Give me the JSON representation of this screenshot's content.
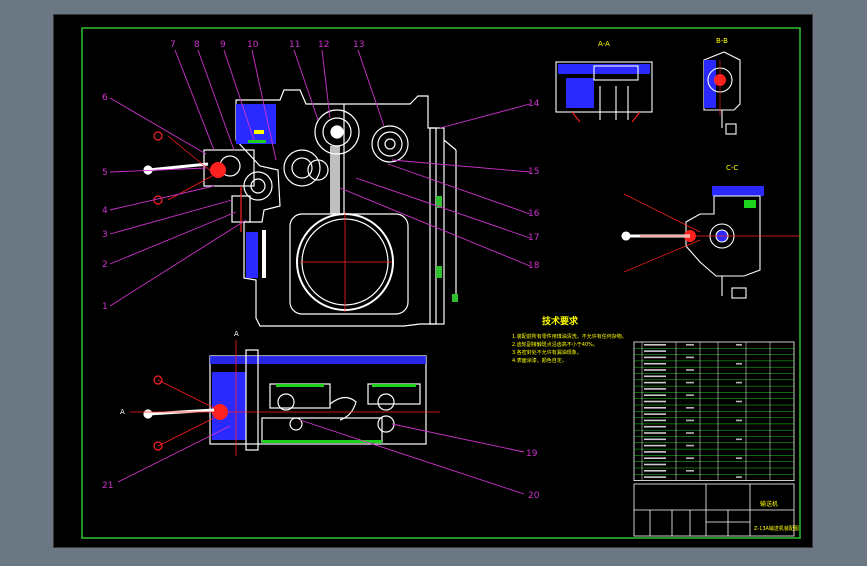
{
  "colors": {
    "backdrop": "#6b7883",
    "sheet": "#000000",
    "frame": "#2fbf2f",
    "outline": "#ffffff",
    "hatch": "#2a2aff",
    "leader": "#cc33cc",
    "red": "#ff2020",
    "yellow": "#ffff00",
    "cyan": "#00d0d0",
    "green": "#1fd11f"
  },
  "part_numbers": [
    "1",
    "2",
    "3",
    "4",
    "5",
    "6",
    "7",
    "8",
    "9",
    "10",
    "11",
    "12",
    "13",
    "14",
    "15",
    "16",
    "17",
    "18",
    "19",
    "20",
    "21"
  ],
  "views": {
    "view_a_label": "A-A",
    "view_b_label": "B-B",
    "view_c_label": "C-C",
    "section_mark": "A"
  },
  "notes": {
    "title": "技术要求",
    "lines": [
      "1.装配前所有零件用煤油清洗，不允许有任何杂物。",
      "2.齿轮副接触斑点沿齿高不小于40%。",
      "3.各密封处不允许有漏油现象。",
      "4.表面涂漆，颜色自定。"
    ]
  },
  "title_block": {
    "drawing_name": "输送机",
    "subtitle": "Z-13A输送机装配图"
  }
}
